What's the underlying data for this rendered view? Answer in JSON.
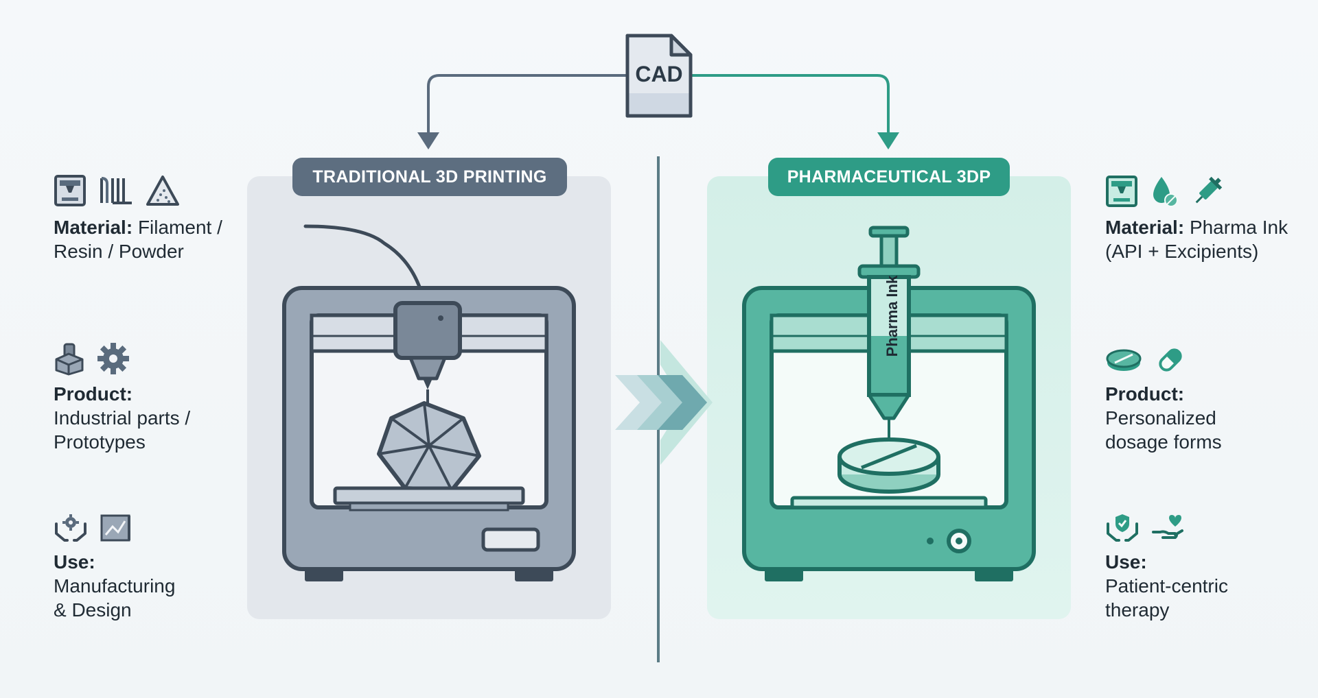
{
  "source": {
    "label": "CAD"
  },
  "left": {
    "title": "TRADITIONAL 3D PRINTING",
    "material_label": "Material:",
    "material_text_1": "Filament /",
    "material_text_2": "Resin / Powder",
    "product_label": "Product:",
    "product_text_1": "Industrial parts /",
    "product_text_2": "Prototypes",
    "use_label": "Use:",
    "use_text_1": "Manufacturing",
    "use_text_2": "& Design"
  },
  "right": {
    "title": "PHARMACEUTICAL 3DP",
    "syringe_label": "Pharma Ink",
    "material_label": "Material:",
    "material_text_1": "Pharma Ink",
    "material_text_2": "(API + Excipients)",
    "product_label": "Product:",
    "product_text_1": "Personalized",
    "product_text_2": "dosage forms",
    "use_label": "Use:",
    "use_text_1": "Patient-centric",
    "use_text_2": "therapy"
  },
  "colors": {
    "slate": "#5a6b7d",
    "slate_dark": "#3d4a58",
    "teal": "#2e9c86",
    "teal_dark": "#1f6f62"
  }
}
